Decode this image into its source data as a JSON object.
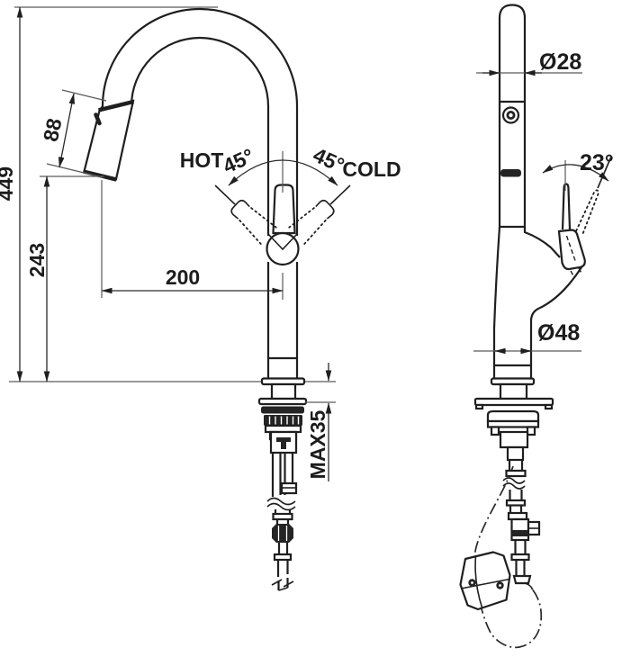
{
  "drawing": {
    "kind": "faucet-installation-dimension-drawing",
    "colors": {
      "line": "#1f1f1f",
      "dimension": "#5a5a5a",
      "dark_fill": "#242424",
      "background": "#ffffff"
    },
    "front_view": {
      "height_total": "449",
      "height_to_spray_outlet": "243",
      "spray_head_length": "88",
      "spout_reach": "200",
      "max_mounting_thickness": "MAX35",
      "hot_label": "HOT",
      "hot_angle": "45°",
      "cold_angle": "45°",
      "cold_label": "COLD"
    },
    "side_view": {
      "spout_diameter": "Ø28",
      "handle_tilt_angle": "23°",
      "base_diameter": "Ø48"
    }
  }
}
